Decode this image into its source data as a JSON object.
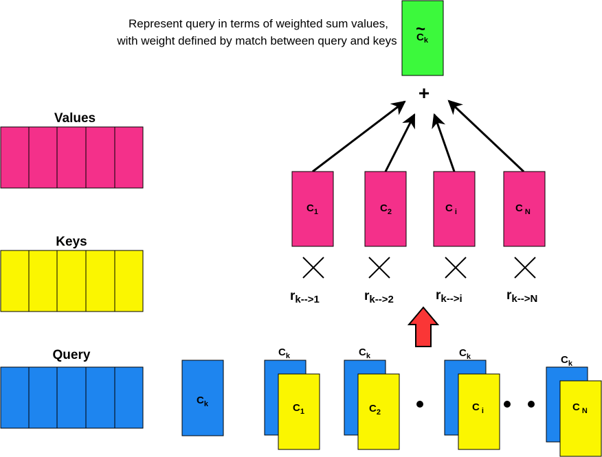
{
  "caption": {
    "line1": "Represent query in terms of weighted sum values,",
    "line2": "with weight defined by match between query and keys"
  },
  "result": {
    "base": "C",
    "sub": "k",
    "tilde": "~"
  },
  "plus": "+",
  "rows": {
    "values": "Values",
    "keys": "Keys",
    "query": "Query"
  },
  "colors": {
    "values": "#f4308a",
    "keys": "#fbf600",
    "query": "#1e85ef",
    "result": "#3cf93c",
    "up_arrow": "#fa3636"
  },
  "weighted_boxes": [
    {
      "base": "C",
      "sub": "1"
    },
    {
      "base": "C",
      "sub": "2"
    },
    {
      "base": "C",
      "sub": "i"
    },
    {
      "base": "C",
      "sub": "N"
    }
  ],
  "weights": [
    {
      "base": "r",
      "sub": "k-->1"
    },
    {
      "base": "r",
      "sub": "k-->2"
    },
    {
      "base": "r",
      "sub": "k-->i"
    },
    {
      "base": "r",
      "sub": "k-->N"
    }
  ],
  "query_single": {
    "base": "C",
    "sub": "k"
  },
  "pairs": [
    {
      "top_base": "C",
      "top_sub": "k",
      "key_base": "C",
      "key_sub": "1"
    },
    {
      "top_base": "C",
      "top_sub": "k",
      "key_base": "C",
      "key_sub": "2"
    },
    {
      "top_base": "C",
      "top_sub": "k",
      "key_base": "C",
      "key_sub": "i"
    },
    {
      "top_base": "C",
      "top_sub": "k",
      "key_base": "C",
      "key_sub": "N"
    }
  ]
}
